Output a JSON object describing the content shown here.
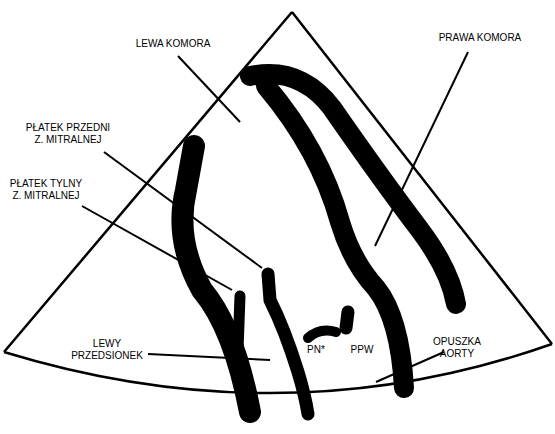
{
  "diagram": {
    "labels": [
      "LEWA KOMORA",
      "PRAWA KOMORA",
      "PŁATEK PRZEDNI Z. MITRALNEJ",
      "PŁATEK TYLNY Z. MITRALNEJ",
      "LEWY PRZEDSIONEK",
      "PN*",
      "PPW",
      "OPUSZKA AORTY"
    ]
  }
}
